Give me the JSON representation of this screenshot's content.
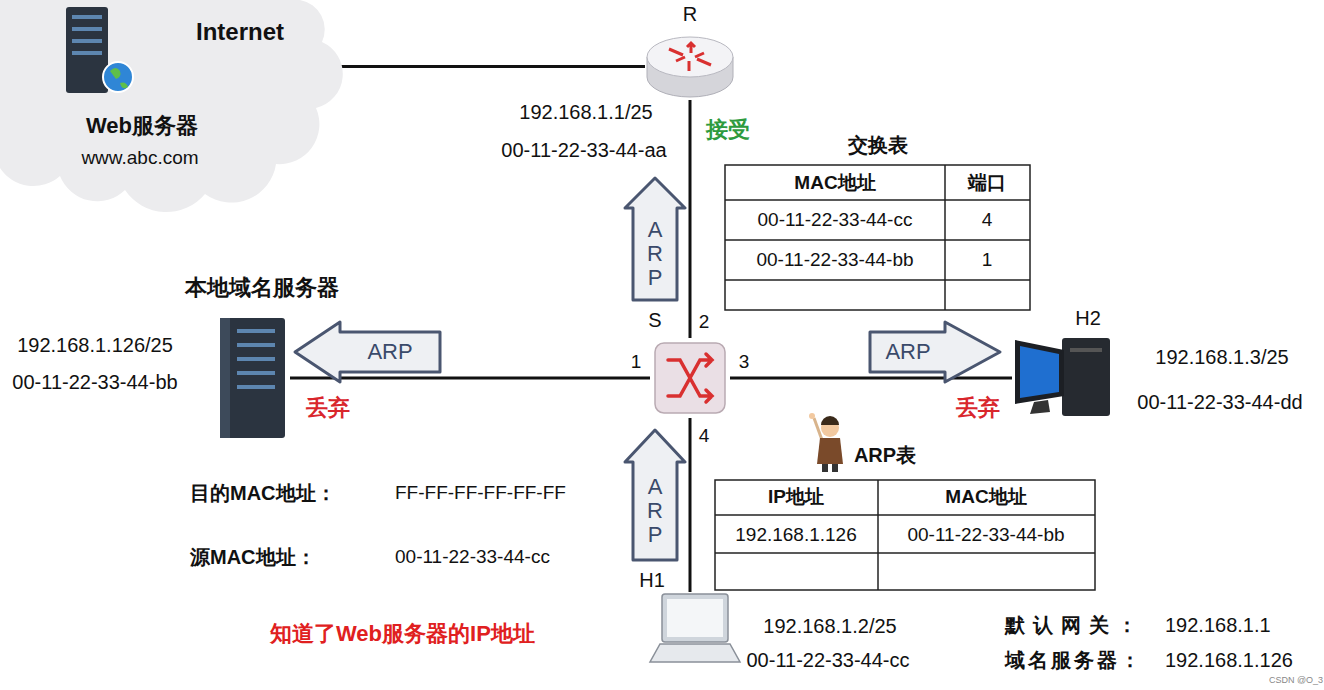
{
  "diagram": {
    "nodes": [
      {
        "text": [
          "Internet"
        ]
      },
      {
        "text": [
          "Web服务器",
          "www.abc.com"
        ],
        "in": 0
      },
      {
        "text": [
          "R",
          "192.168.1.1/25",
          "00-11-22-33-44-aa"
        ]
      },
      {
        "text": [
          "S"
        ]
      },
      {
        "text": [
          "本地域名服务器",
          "192.168.1.126/25",
          "00-11-22-33-44-bb"
        ]
      },
      {
        "text": [
          "H2",
          "192.168.1.3/25",
          "00-11-22-33-44-dd"
        ]
      },
      {
        "text": [
          "H1",
          "192.168.1.2/25",
          "00-11-22-33-44-cc"
        ]
      }
    ],
    "edges": [
      {
        "from": 0,
        "to": 2,
        "arrow": "none"
      },
      {
        "from": 2,
        "to": 3,
        "arrow": "none"
      },
      {
        "from": 3,
        "to": 4,
        "arrow": "none"
      },
      {
        "from": 3,
        "to": 5,
        "arrow": "none"
      },
      {
        "from": 3,
        "to": 6,
        "arrow": "none"
      }
    ],
    "labels": [
      "接受",
      "丢弃",
      "丢弃",
      "交换表",
      "MAC地址",
      "端口",
      "00-11-22-33-44-cc",
      "4",
      "00-11-22-33-44-bb",
      "1",
      "ARP表",
      "IP地址",
      "MAC地址",
      "192.168.1.126",
      "00-11-22-33-44-bb",
      "ARP",
      "ARP",
      "ARP",
      "ARP",
      "1",
      "2",
      "3",
      "4",
      "目的MAC地址：",
      "FF-FF-FF-FF-FF-FF",
      "源MAC地址：",
      "00-11-22-33-44-cc",
      "知道了Web服务器的IP地址",
      "默认网关：",
      "192.168.1.1",
      "域名服务器：",
      "192.168.1.126",
      "CSDN @O_3"
    ]
  }
}
